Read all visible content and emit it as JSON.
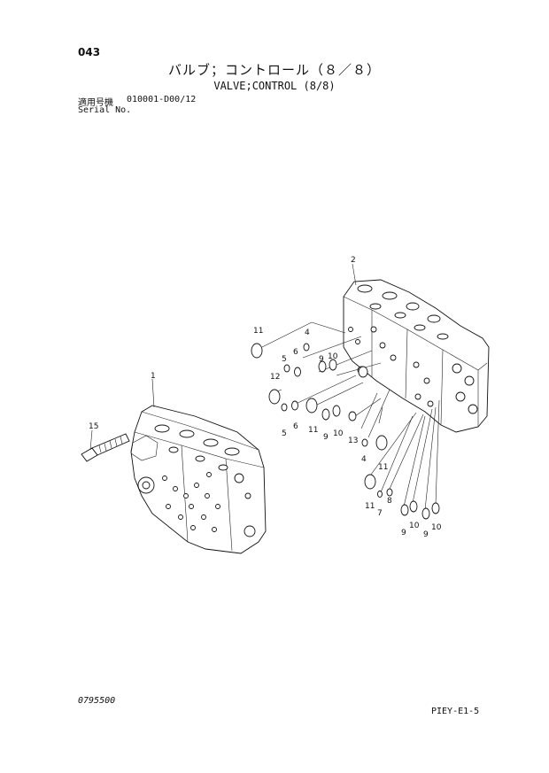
{
  "page_number": "043",
  "title_jp": "バルブ；コントロール（８／８）",
  "title_en": "VALVE;CONTROL (8/8)",
  "serial": {
    "label_jp": "適用号機",
    "label_en": "Serial No.",
    "value": "010001-D00/12"
  },
  "drawing_number": "0795500",
  "sheet_code": "PIEY-E1-5",
  "parts": {
    "p1": "1",
    "p2": "2",
    "p4a": "4",
    "p4b": "4",
    "p5a": "5",
    "p5b": "5",
    "p6a": "6",
    "p6b": "6",
    "p7": "7",
    "p8": "8",
    "p9a": "9",
    "p9b": "9",
    "p9c": "9",
    "p9d": "9",
    "p10a": "10",
    "p10b": "10",
    "p10c": "10",
    "p10d": "10",
    "p11a": "11",
    "p11b": "11",
    "p11c": "11",
    "p11d": "11",
    "p12": "12",
    "p13": "13",
    "p15": "15"
  }
}
